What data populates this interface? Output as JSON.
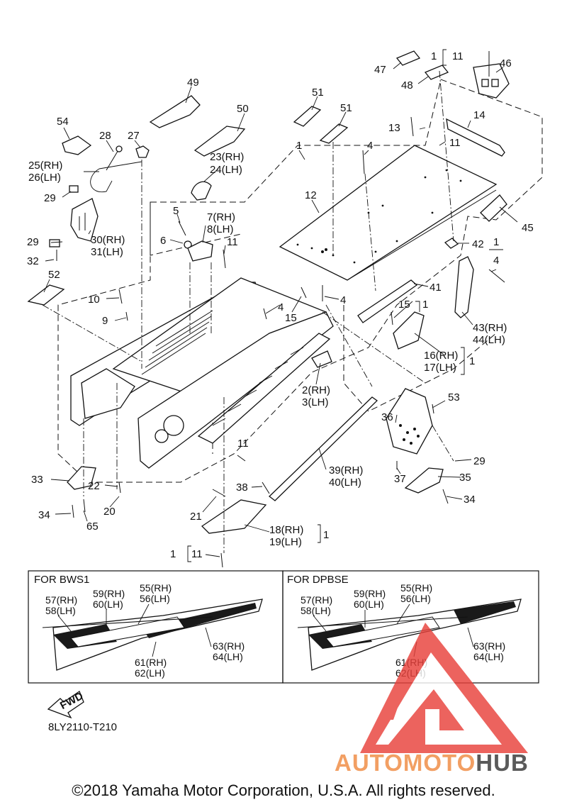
{
  "diagram_code": "8LY2110-T210",
  "copyright": "©2018 Yamaha Motor Corporation, U.S.A. All rights reserved.",
  "fwd_label": "FWD",
  "watermark": {
    "part_a": "AUTOMOTO",
    "part_b": "HUB",
    "color_a": "#f29f63",
    "color_b": "#5a5a5a",
    "logo_color": "#e8413b"
  },
  "boxes": {
    "left_title": "FOR BWS1",
    "right_title": "FOR DPBSE"
  },
  "callouts": {
    "c47": "47",
    "c48": "48",
    "c1_top": "1",
    "c11_top": "11",
    "c46": "46",
    "c49": "49",
    "c50": "50",
    "c51a": "51",
    "c51b": "51",
    "c54": "54",
    "c28": "28",
    "c27": "27",
    "c25": "25(RH)",
    "c26": "26(LH)",
    "c23": "23(RH)",
    "c24": "24(LH)",
    "c1_mid": "1",
    "c13": "13",
    "c14": "14",
    "c11_r": "11",
    "c4_top": "4",
    "c12": "12",
    "c29a": "29",
    "c5": "5",
    "c7": "7(RH)",
    "c8": "8(LH)",
    "c30": "30(RH)",
    "c31": "31(LH)",
    "c6": "6",
    "c11_m": "11",
    "c29b": "29",
    "c32": "32",
    "c45": "45",
    "c42": "42",
    "c1_r": "1",
    "c4_r": "4",
    "c52": "52",
    "c10": "10",
    "c9": "9",
    "c4_a": "4",
    "c15": "15",
    "c4_b": "4",
    "c41": "41",
    "c15b": "15",
    "c1_15": "1",
    "c43": "43(RH)",
    "c44": "44(LH)",
    "c16": "16(RH)",
    "c17": "17(LH)",
    "c1_16": "1",
    "c2": "2(RH)",
    "c3": "3(LH)",
    "c53": "53",
    "c36": "36",
    "c11_b": "11",
    "c29c": "29",
    "c39": "39(RH)",
    "c40": "40(LH)",
    "c37": "37",
    "c35": "35",
    "c33": "33",
    "c22": "22",
    "c38": "38",
    "c34a": "34",
    "c34b": "34",
    "c20": "20",
    "c65": "65",
    "c21": "21",
    "c18": "18(RH)",
    "c19": "19(LH)",
    "c1_18": "1",
    "c1_bot": "1",
    "c11_bot": "11"
  },
  "decal_callouts": {
    "l57": "57(RH)",
    "l58": "58(LH)",
    "l59": "59(RH)",
    "l60": "60(LH)",
    "l55": "55(RH)",
    "l56": "56(LH)",
    "l63": "63(RH)",
    "l64": "64(LH)",
    "l61": "61(RH)",
    "l62": "62(LH)",
    "r57": "57(RH)",
    "r58": "58(LH)",
    "r59": "59(RH)",
    "r60": "60(LH)",
    "r55": "55(RH)",
    "r56": "56(LH)",
    "r63": "63(RH)",
    "r64": "64(LH)",
    "r61": "61(RH)",
    "r62": "62(LH)"
  }
}
